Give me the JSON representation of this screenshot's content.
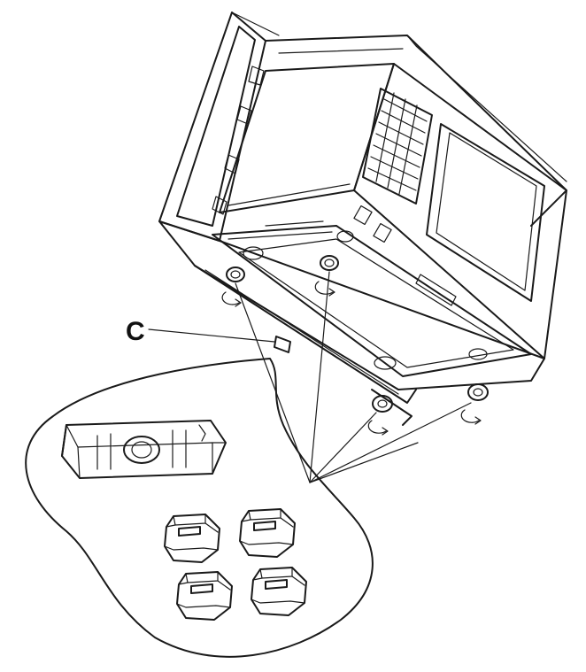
{
  "diagram": {
    "callout_label": "C",
    "colors": {
      "line": "#1a1a1a",
      "background": "#ffffff"
    },
    "parts": [
      "microwave-oven-inverted",
      "mounting-bracket-c",
      "rubber-foot"
    ],
    "foot_count": 4
  }
}
